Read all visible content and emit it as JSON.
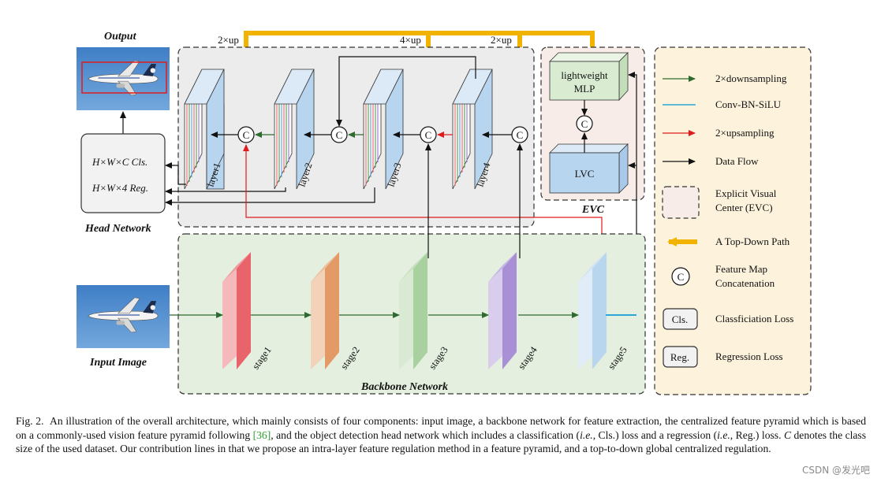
{
  "diagram": {
    "output_label": "Output",
    "input_label": "Input Image",
    "head_network_label": "Head Network",
    "head_cls_text": "H×W×C  Cls.",
    "head_reg_text": "H×W×4  Reg.",
    "backbone_label": "Backbone Network",
    "evc_label": "EVC",
    "mlp_line1": "lightweight",
    "mlp_line2": "MLP",
    "lvc_label": "LVC",
    "concat_symbol": "C",
    "upsample_labels": [
      "2×up",
      "4×up",
      "2×up"
    ],
    "layers": [
      "layer1",
      "layer2",
      "layer3",
      "layer4"
    ],
    "stages": [
      "stage1",
      "stage2",
      "stage3",
      "stage4",
      "stage5"
    ],
    "stage_colors": [
      "#e8646a",
      "#e49a66",
      "#a9d19f",
      "#a88fd6",
      "#b9d6ef"
    ],
    "colors": {
      "topdown_path": "#f2b300",
      "downsampling": "#2e6b2e",
      "conv_bn_silu": "#2aa7d6",
      "upsampling": "#e01b1b",
      "data_flow": "#111111",
      "pyramid_bg": "#ececec",
      "backbone_bg": "#e4efdf",
      "evc_bg": "#f7ece7",
      "legend_bg": "#fdf3dd",
      "layer_face": "#b8d5ef",
      "mlp_fill": "#d9ecd2"
    }
  },
  "legend": {
    "items": [
      {
        "label": "2×downsampling"
      },
      {
        "label": "Conv-BN-SiLU"
      },
      {
        "label": "2×upsampling"
      },
      {
        "label": "Data Flow"
      },
      {
        "label": "Explicit Visual",
        "label2": "Center (EVC)"
      },
      {
        "label": "A Top-Down Path"
      },
      {
        "label": "Feature Map",
        "label2": "Concatenation",
        "symbol": "C"
      },
      {
        "label": "Classficiation Loss",
        "symbol": "Cls."
      },
      {
        "label": "Regression Loss",
        "symbol": "Reg."
      }
    ]
  },
  "caption": {
    "fig": "Fig. 2.",
    "text_a": "An illustration of the overall architecture, which mainly consists of four components: input image, a backbone network for feature extraction, the centralized feature pyramid which is based on a commonly-used vision feature pyramid following ",
    "ref": "[36]",
    "text_b": ", and the object detection head network which includes a classification (",
    "ie1": "i.e.",
    "text_c": ", Cls.) loss and a regression (",
    "ie2": "i.e.",
    "text_d": ", Reg.) loss. ",
    "c_var": "C",
    "text_e": " denotes the class size of the used dataset. Our contribution lines in that we propose an intra-layer feature regulation method in a feature pyramid, and a top-to-down global centralized regulation."
  },
  "watermark": "CSDN @发光吧"
}
